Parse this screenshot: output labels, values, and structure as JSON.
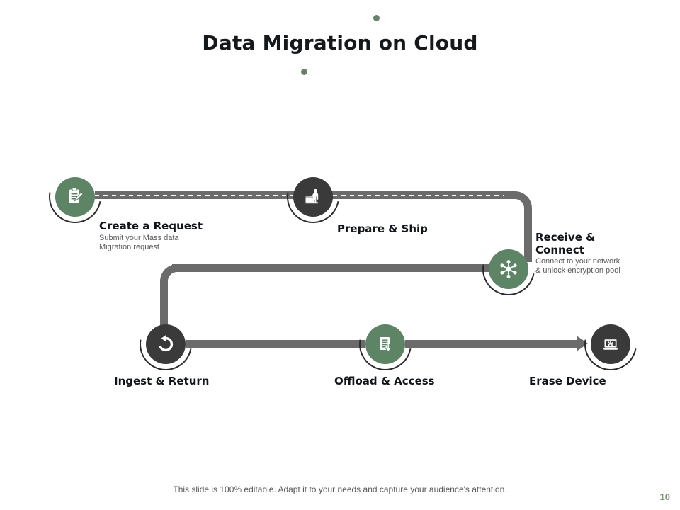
{
  "slide": {
    "title": "Data Migration on Cloud",
    "footer_note": "This slide is 100% editable. Adapt it to your needs and capture your audience's attention.",
    "page_number": "10",
    "colors": {
      "accent_green": "#5d8464",
      "dark": "#3a3a3a",
      "road": "#6b6b6b",
      "deco_line": "#6b7a6b",
      "page_number": "#7d9279",
      "title_text": "#16191c",
      "desc_text": "#59595b"
    }
  },
  "steps": [
    {
      "id": "create-a-request",
      "title": "Create a Request",
      "desc": "Submit your Mass data\nMigration request",
      "icon": "clipboard-pencil-icon",
      "style": "green"
    },
    {
      "id": "prepare-and-ship",
      "title": "Prepare & Ship",
      "desc": "",
      "icon": "person-packing-box-icon",
      "style": "dark"
    },
    {
      "id": "receive-and-connect",
      "title": "Receive &\nConnect",
      "desc": "Connect to your network\n& unlock encryption pool",
      "icon": "network-hub-icon",
      "style": "green"
    },
    {
      "id": "ingest-and-return",
      "title": "Ingest & Return",
      "desc": "",
      "icon": "refresh-return-arrow-icon",
      "style": "dark"
    },
    {
      "id": "offload-and-access",
      "title": "Offload & Access",
      "desc": "",
      "icon": "document-download-icon",
      "style": "green"
    },
    {
      "id": "erase-device",
      "title": "Erase Device",
      "desc": "",
      "icon": "laptop-erase-icon",
      "style": "dark"
    }
  ]
}
